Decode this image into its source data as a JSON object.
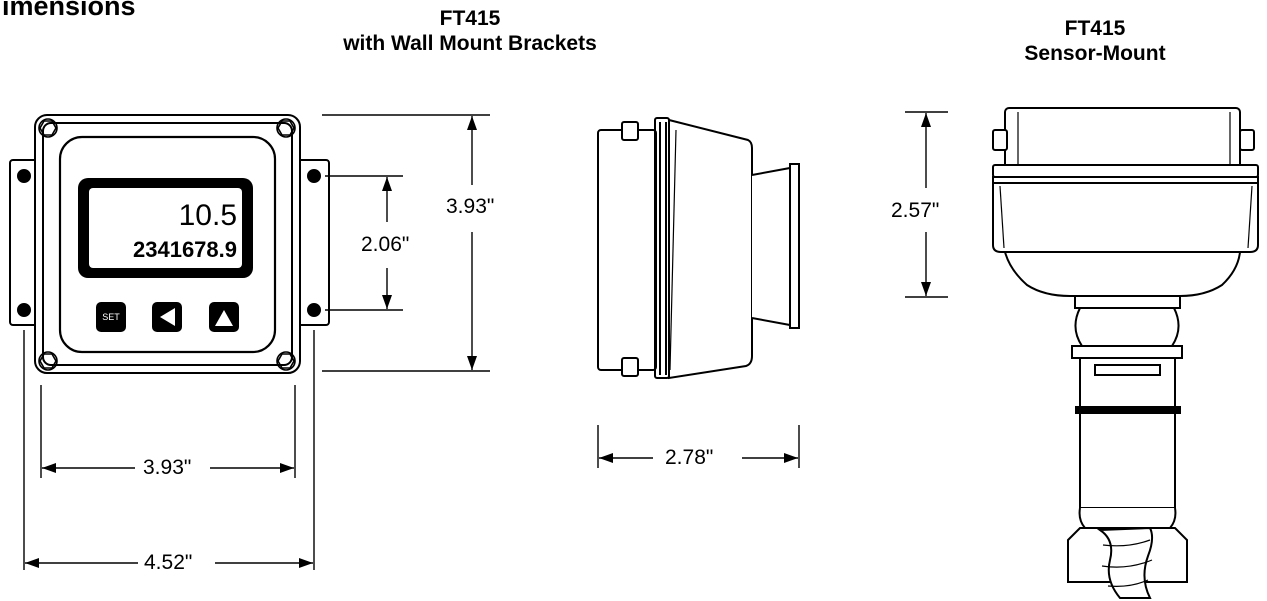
{
  "page": {
    "heading": "imensions"
  },
  "views": {
    "wall_mount": {
      "title_line1": "FT415",
      "title_line2": "with Wall Mount Brackets"
    },
    "sensor_mount": {
      "title_line1": "FT415",
      "title_line2": "Sensor-Mount"
    }
  },
  "display": {
    "rate": "10.5",
    "total": "2341678.9",
    "set_label": "SET"
  },
  "dimensions": {
    "front_height": "3.93\"",
    "bracket_hole_spacing": "2.06\"",
    "front_width": "3.93\"",
    "bracket_width": "4.52\"",
    "side_depth": "2.78\"",
    "sensor_mount_height": "2.57\""
  }
}
